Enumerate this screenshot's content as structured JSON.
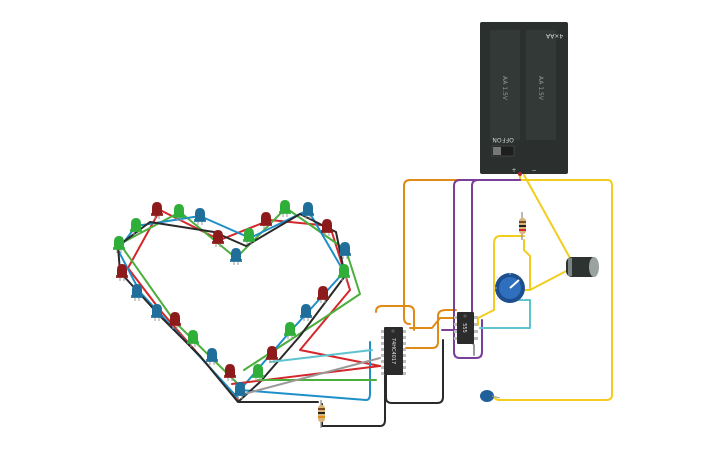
{
  "battery": {
    "label_top": "4×AA",
    "cell_text": "AA 1.5V",
    "switch_on": "ON",
    "switch_off": "OFF",
    "plus": "+",
    "minus": "−",
    "body_color": "#2b2f2e",
    "cell_color": "#343a38"
  },
  "timer_chip": {
    "label": "555"
  },
  "counter_chip": {
    "label": "74HC4017"
  },
  "wire_colors": {
    "orange": "#e08a17",
    "purple": "#7a3f98",
    "yellow": "#f2cd1f",
    "red": "#d3272b",
    "green": "#4caf3c",
    "blue": "#1f8fc8",
    "black": "#2a2a2a",
    "teal": "#5fc3cf"
  },
  "led_colors": {
    "red": "#8e1b1b",
    "green": "#2fae3a",
    "blue": "#1f6f9a"
  },
  "leds": [
    {
      "color": "green"
    },
    {
      "color": "red"
    },
    {
      "color": "blue"
    },
    {
      "color": "blue"
    },
    {
      "color": "red"
    },
    {
      "color": "green"
    },
    {
      "color": "blue"
    },
    {
      "color": "red"
    },
    {
      "color": "blue"
    },
    {
      "color": "green"
    },
    {
      "color": "red"
    },
    {
      "color": "green"
    },
    {
      "color": "blue"
    },
    {
      "color": "red"
    },
    {
      "color": "green"
    },
    {
      "color": "blue"
    },
    {
      "color": "red"
    },
    {
      "color": "blue"
    },
    {
      "color": "green"
    },
    {
      "color": "red"
    },
    {
      "color": "green"
    },
    {
      "color": "blue"
    },
    {
      "color": "red"
    },
    {
      "color": "blue"
    },
    {
      "color": "green"
    },
    {
      "color": "red"
    },
    {
      "color": "green"
    },
    {
      "color": "blue"
    }
  ]
}
